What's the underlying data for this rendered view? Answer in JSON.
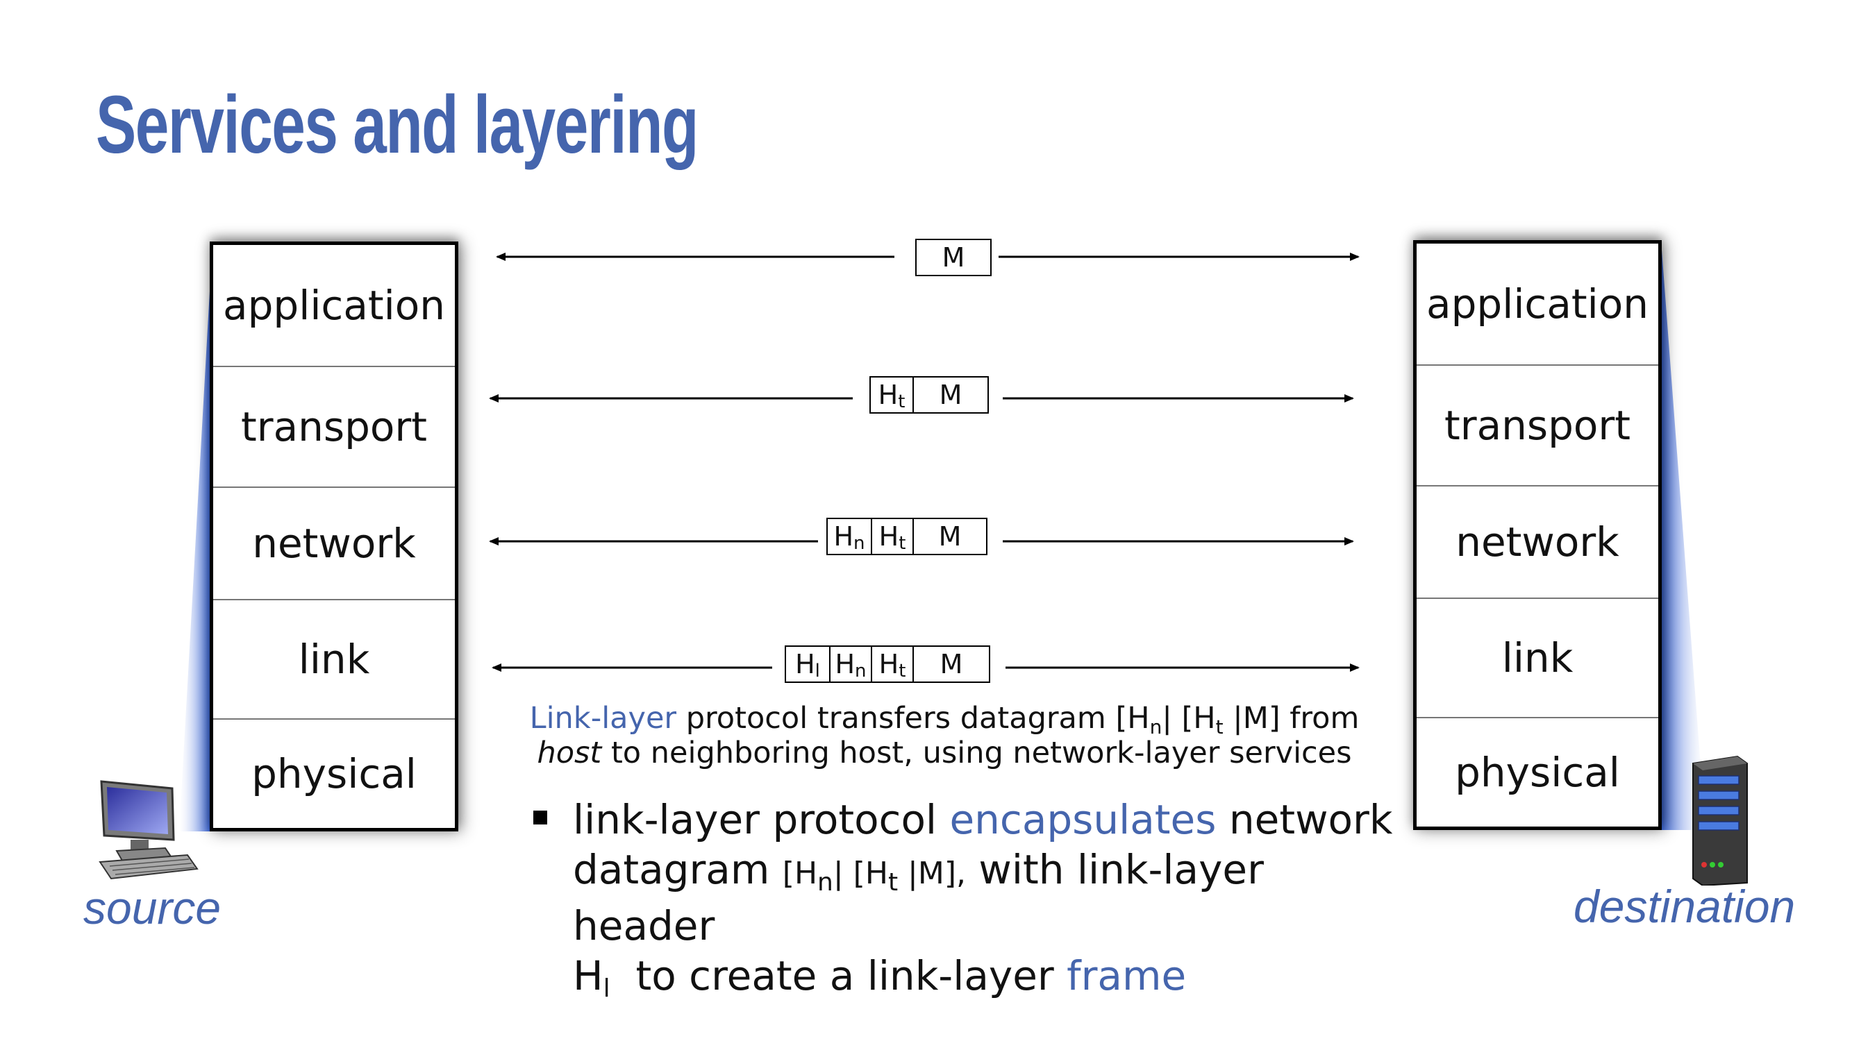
{
  "title": "Services and layering",
  "layers": [
    "application",
    "transport",
    "network",
    "link",
    "physical"
  ],
  "message": {
    "M": "M",
    "Ht": {
      "base": "H",
      "sub": "t"
    },
    "Hn": {
      "base": "H",
      "sub": "n"
    },
    "Hl": {
      "base": "H",
      "sub": "l"
    }
  },
  "caption": {
    "highlight": "Link-layer",
    "line1_rest": " protocol transfers datagram [H",
    "line1_sub_n": "n",
    "line1_mid": "| [H",
    "line1_sub_t": "t",
    "line1_end": " |M] from",
    "line2_italic": "host",
    "line2_rest": " to neighboring host, using network-layer services"
  },
  "bullet": {
    "part1": "link-layer protocol ",
    "highlight1": "encapsulates",
    "part2": " network",
    "part3": "datagram ",
    "br1": "[H",
    "sub_n": "n",
    "br2": "| [H",
    "sub_t": "t",
    "br3": " |M],",
    "part4": " with link-layer header",
    "part5": "H",
    "sub_l": "l",
    "part6": "  to create a link-layer ",
    "highlight2": "frame"
  },
  "hosts": {
    "source": "source",
    "destination": "destination"
  },
  "colors": {
    "accent": "#4565ad",
    "fan": "#3d68d9"
  },
  "icons": {
    "source": "desktop-computer-icon",
    "destination": "server-tower-icon"
  }
}
